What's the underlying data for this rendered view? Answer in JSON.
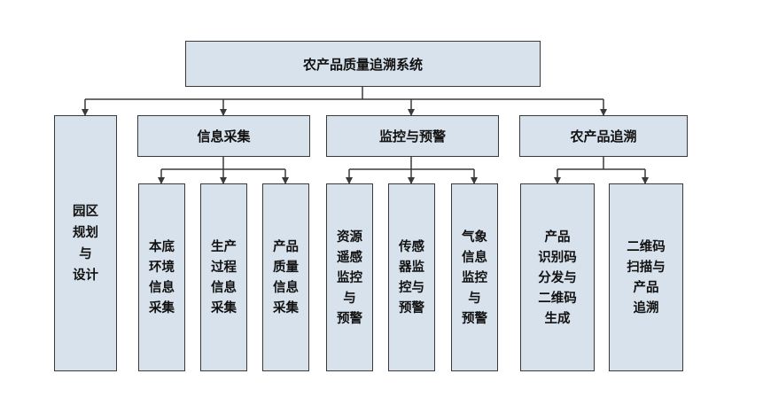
{
  "diagram": {
    "root": "农产品质量追溯系统",
    "categories": [
      {
        "label": "园区\n规划\n与\n设计",
        "children": []
      },
      {
        "label": "信息采集",
        "children": [
          "本底\n环境\n信息\n采集",
          "生产\n过程\n信息\n采集",
          "产品\n质量\n信息\n采集"
        ]
      },
      {
        "label": "监控与预警",
        "children": [
          "资源\n遥感\n监控\n与\n预警",
          "传感\n器监\n控与\n预警",
          "气象\n信息\n监控\n与\n预警"
        ]
      },
      {
        "label": "农产品追溯",
        "children": [
          "产品\n识别码\n分发与\n二维码\n生成",
          "二维码\n扫描与\n产品\n追溯"
        ]
      }
    ]
  },
  "colors": {
    "box_fill": "#d8e2ec",
    "line": "#3a3a3a"
  }
}
